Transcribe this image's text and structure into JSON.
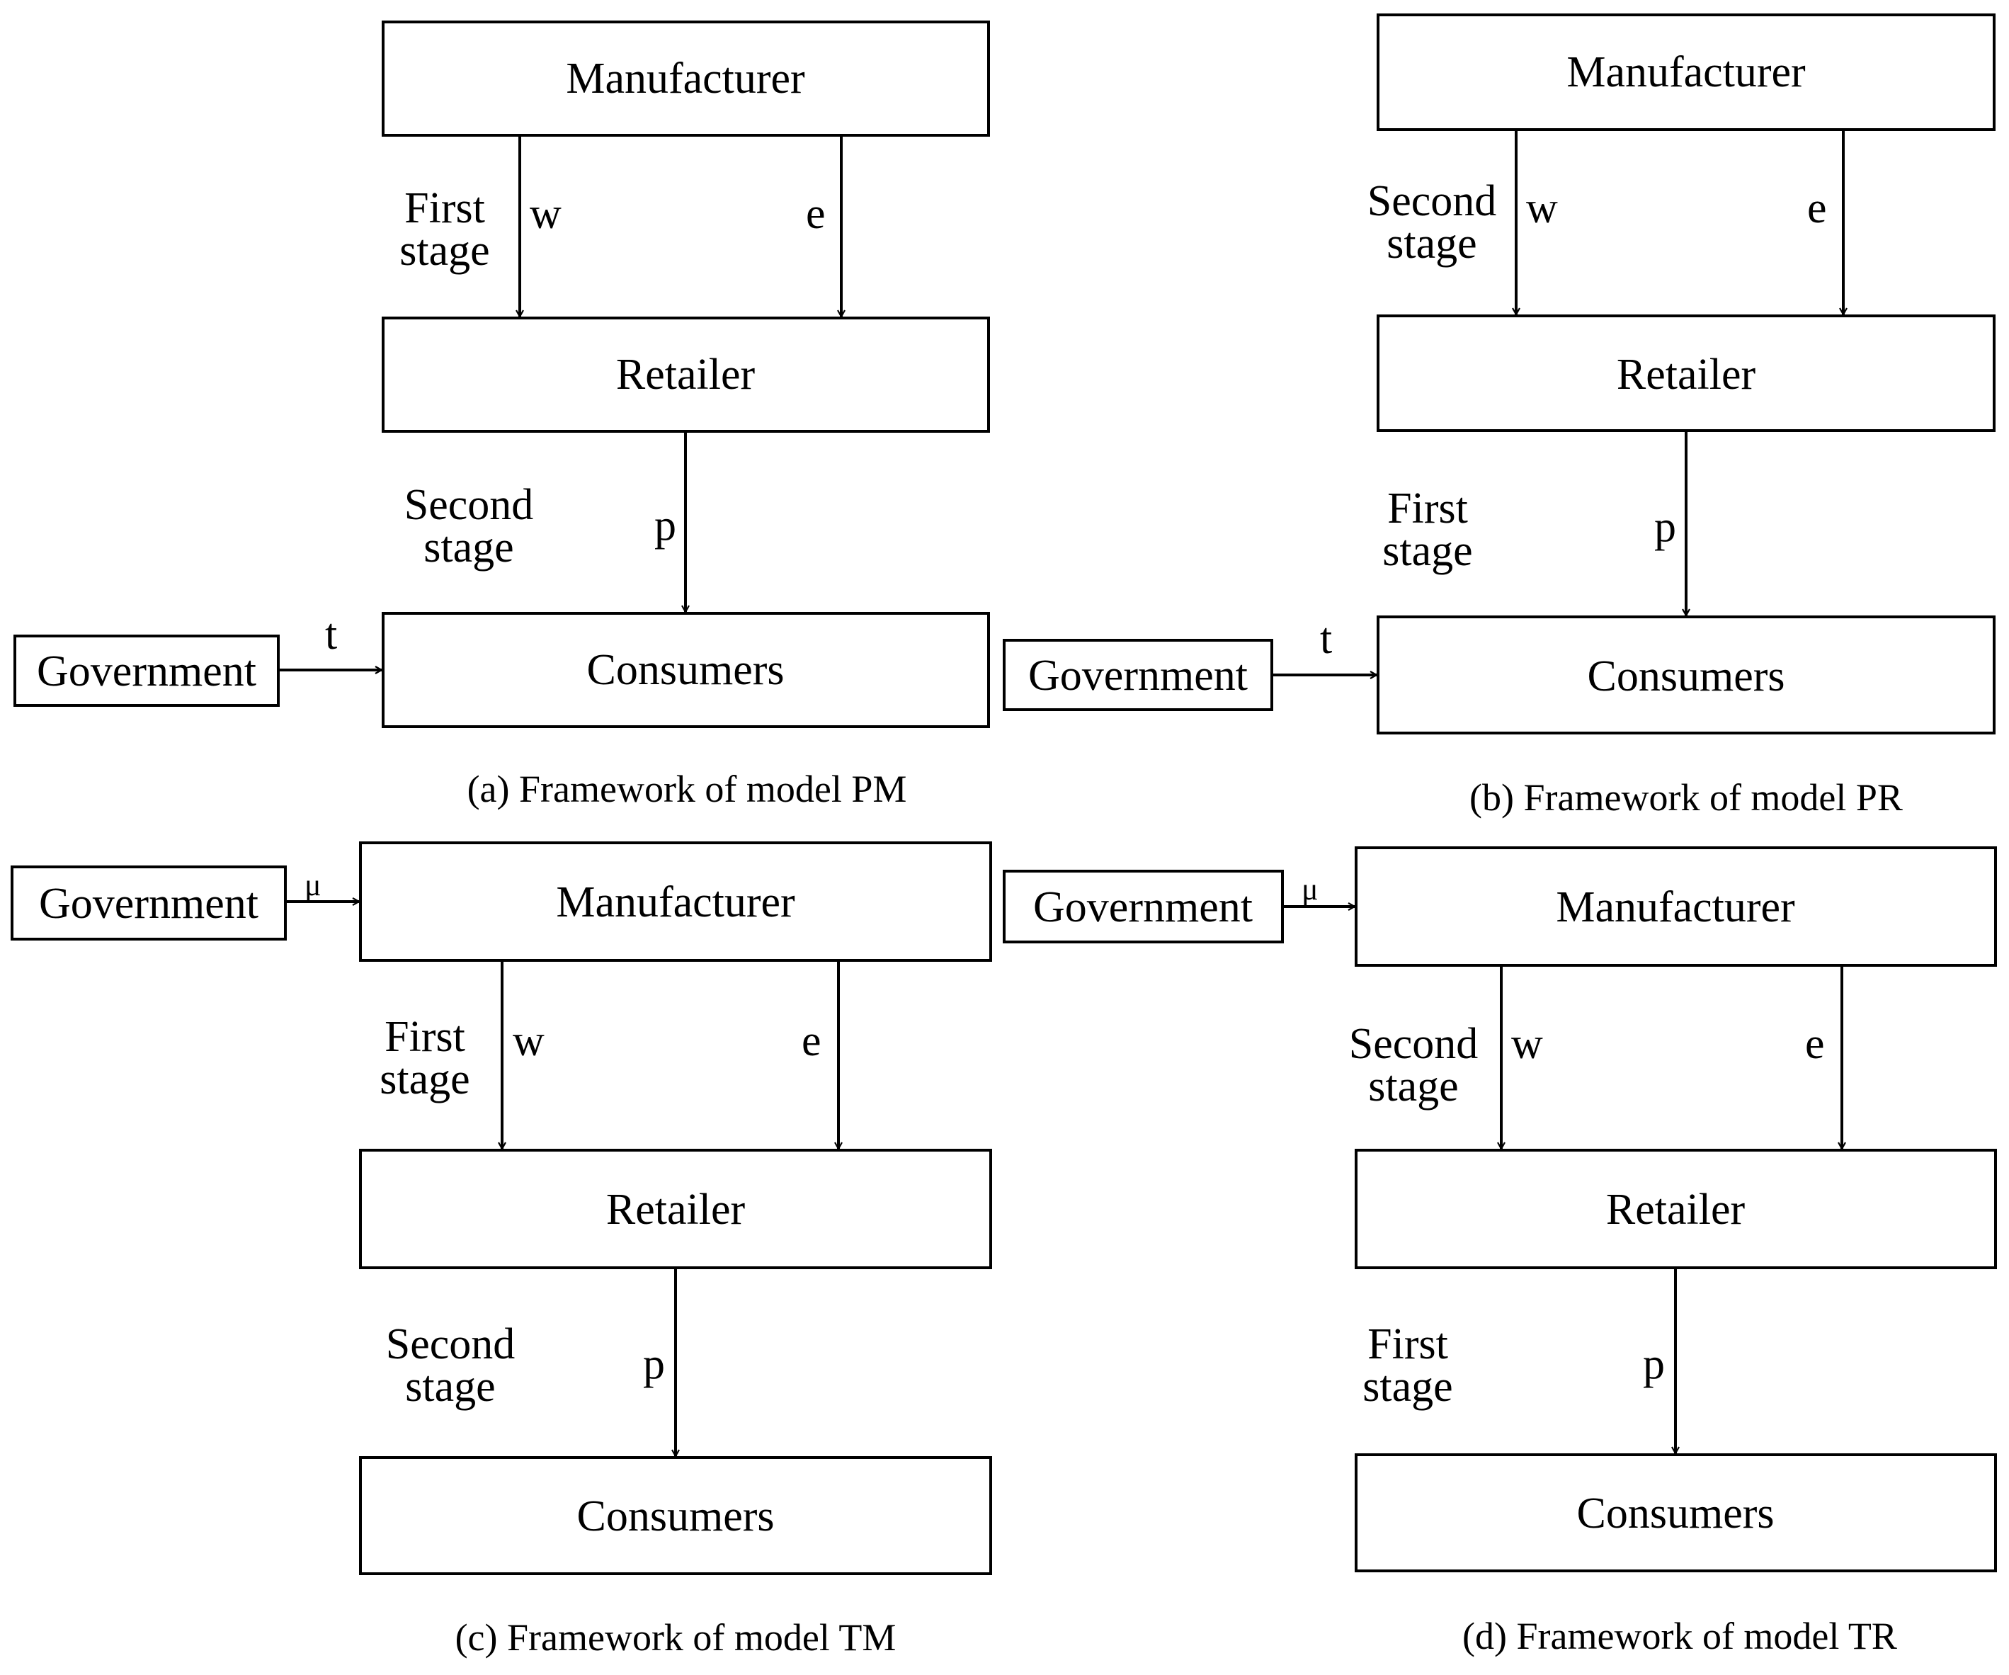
{
  "panels": {
    "pm": {
      "manufacturer": "Manufacturer",
      "retailer": "Retailer",
      "consumers": "Consumers",
      "government": "Government",
      "w": "w",
      "e": "e",
      "p": "p",
      "gov_label": "t",
      "upper_stage": [
        "First",
        "stage"
      ],
      "lower_stage": [
        "Second",
        "stage"
      ],
      "caption": "(a) Framework of model PM"
    },
    "pr": {
      "manufacturer": "Manufacturer",
      "retailer": "Retailer",
      "consumers": "Consumers",
      "government": "Government",
      "w": "w",
      "e": "e",
      "p": "p",
      "gov_label": "t",
      "upper_stage": [
        "Second",
        "stage"
      ],
      "lower_stage": [
        "First",
        "stage"
      ],
      "caption": "(b) Framework of model PR"
    },
    "tm": {
      "manufacturer": "Manufacturer",
      "retailer": "Retailer",
      "consumers": "Consumers",
      "government": "Government",
      "w": "w",
      "e": "e",
      "p": "p",
      "gov_label": "μ",
      "upper_stage": [
        "First",
        "stage"
      ],
      "lower_stage": [
        "Second",
        "stage"
      ],
      "caption": "(c) Framework of model TM"
    },
    "tr": {
      "manufacturer": "Manufacturer",
      "retailer": "Retailer",
      "consumers": "Consumers",
      "government": "Government",
      "w": "w",
      "e": "e",
      "p": "p",
      "gov_label": "μ",
      "upper_stage": [
        "Second",
        "stage"
      ],
      "lower_stage": [
        "First",
        "stage"
      ],
      "caption": "(d) Framework of model TR"
    }
  }
}
